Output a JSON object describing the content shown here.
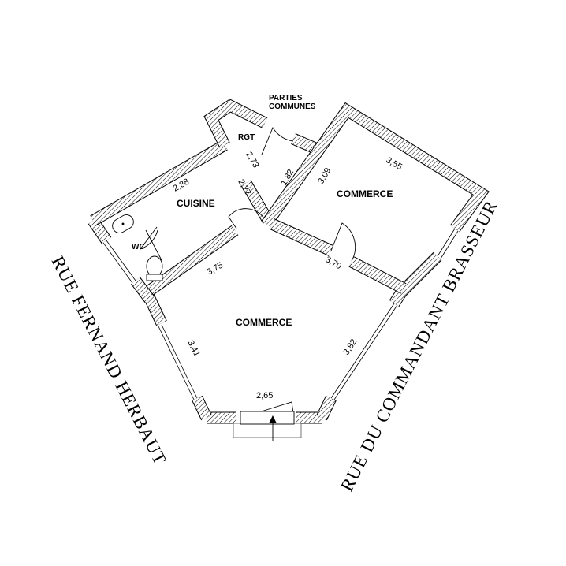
{
  "labels": {
    "common_areas_1": "PARTIES",
    "common_areas_2": "COMMUNES",
    "rgt": "RGT",
    "kitchen": "CUISINE",
    "wc": "WC",
    "shop_upper": "COMMERCE",
    "shop_main": "COMMERCE"
  },
  "dimensions": {
    "d_273": "2,73",
    "d_182": "1,82",
    "d_309": "3,09",
    "d_355": "3,55",
    "d_288": "2,88",
    "d_227": "2,27",
    "d_375": "3,75",
    "d_370": "3,70",
    "d_341": "3,41",
    "d_382": "3,82",
    "d_265": "2,65"
  },
  "streets": {
    "left": "RUE  FERNAND  HERBAUT",
    "right": "RUE  DU  COMMANDANT  BRASSEUR"
  }
}
